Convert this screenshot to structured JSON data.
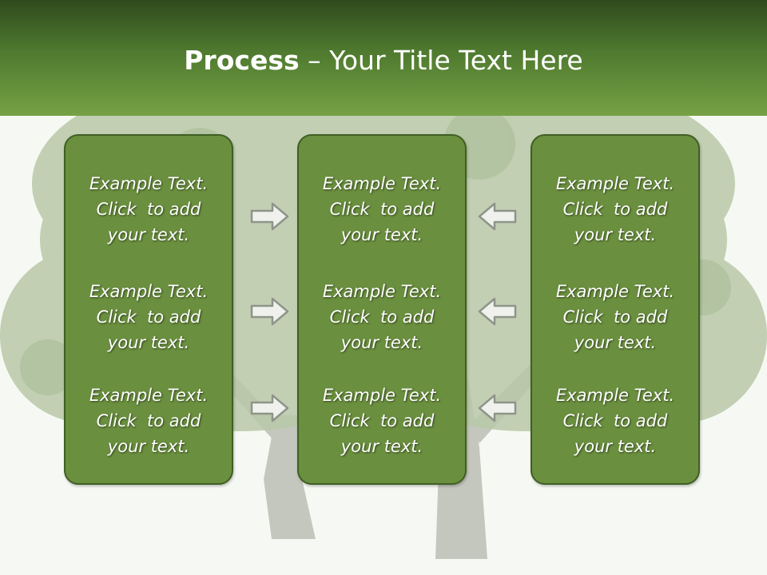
{
  "slide": {
    "title_bold": "Process",
    "title_rest": " – Your Title Text Here"
  },
  "columns": [
    {
      "blocks": [
        {
          "line1": "Example Text.",
          "line2": "Click  to add",
          "line3": "your text."
        },
        {
          "line1": "Example Text.",
          "line2": "Click  to add",
          "line3": "your text."
        },
        {
          "line1": "Example Text.",
          "line2": "Click  to add",
          "line3": "your text."
        }
      ]
    },
    {
      "blocks": [
        {
          "line1": "Example Text.",
          "line2": "Click  to add",
          "line3": "your text."
        },
        {
          "line1": "Example Text.",
          "line2": "Click  to add",
          "line3": "your text."
        },
        {
          "line1": "Example Text.",
          "line2": "Click  to add",
          "line3": "your text."
        }
      ]
    },
    {
      "blocks": [
        {
          "line1": "Example Text.",
          "line2": "Click  to add",
          "line3": "your text."
        },
        {
          "line1": "Example Text.",
          "line2": "Click  to add",
          "line3": "your text."
        },
        {
          "line1": "Example Text.",
          "line2": "Click  to add",
          "line3": "your text."
        }
      ]
    }
  ],
  "arrows": {
    "left_group": "right-arrow-icon",
    "right_group": "left-arrow-icon"
  },
  "colors": {
    "header_dark": "#2f4b1d",
    "header_light": "#76a145",
    "panel_fill": "#6a8f3e",
    "panel_border": "#3f5f24",
    "tree_foliage": "#b9c8a8",
    "tree_trunk": "#c4c7bd"
  }
}
